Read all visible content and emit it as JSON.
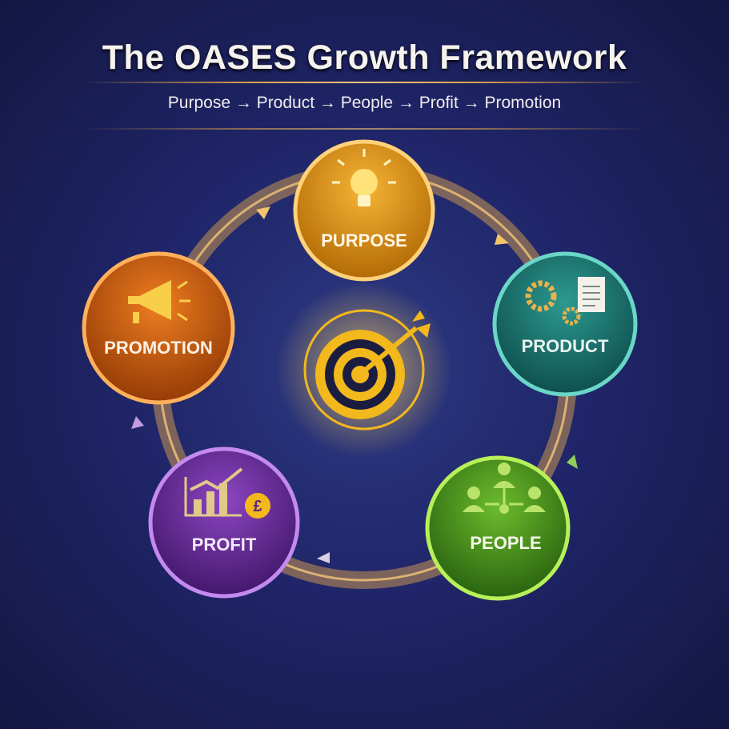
{
  "header": {
    "title": "The OASES Growth Framework",
    "subtitle": "Purpose → Product → People → Profit → Promotion"
  },
  "nodes": [
    {
      "label": "PURPOSE",
      "icon": "lightbulb-icon",
      "color": "#e39a12"
    },
    {
      "label": "PRODUCT",
      "icon": "gears-document-icon",
      "color": "#1f7f78"
    },
    {
      "label": "PEOPLE",
      "icon": "team-network-icon",
      "color": "#4f9a1e"
    },
    {
      "label": "PROFIT",
      "icon": "growth-chart-pound-icon",
      "color": "#6a2d9a"
    },
    {
      "label": "PROMOTION",
      "icon": "megaphone-icon",
      "color": "#d2600f"
    }
  ],
  "center": {
    "icon": "target-arrow-icon",
    "color": "#f2b81c"
  }
}
